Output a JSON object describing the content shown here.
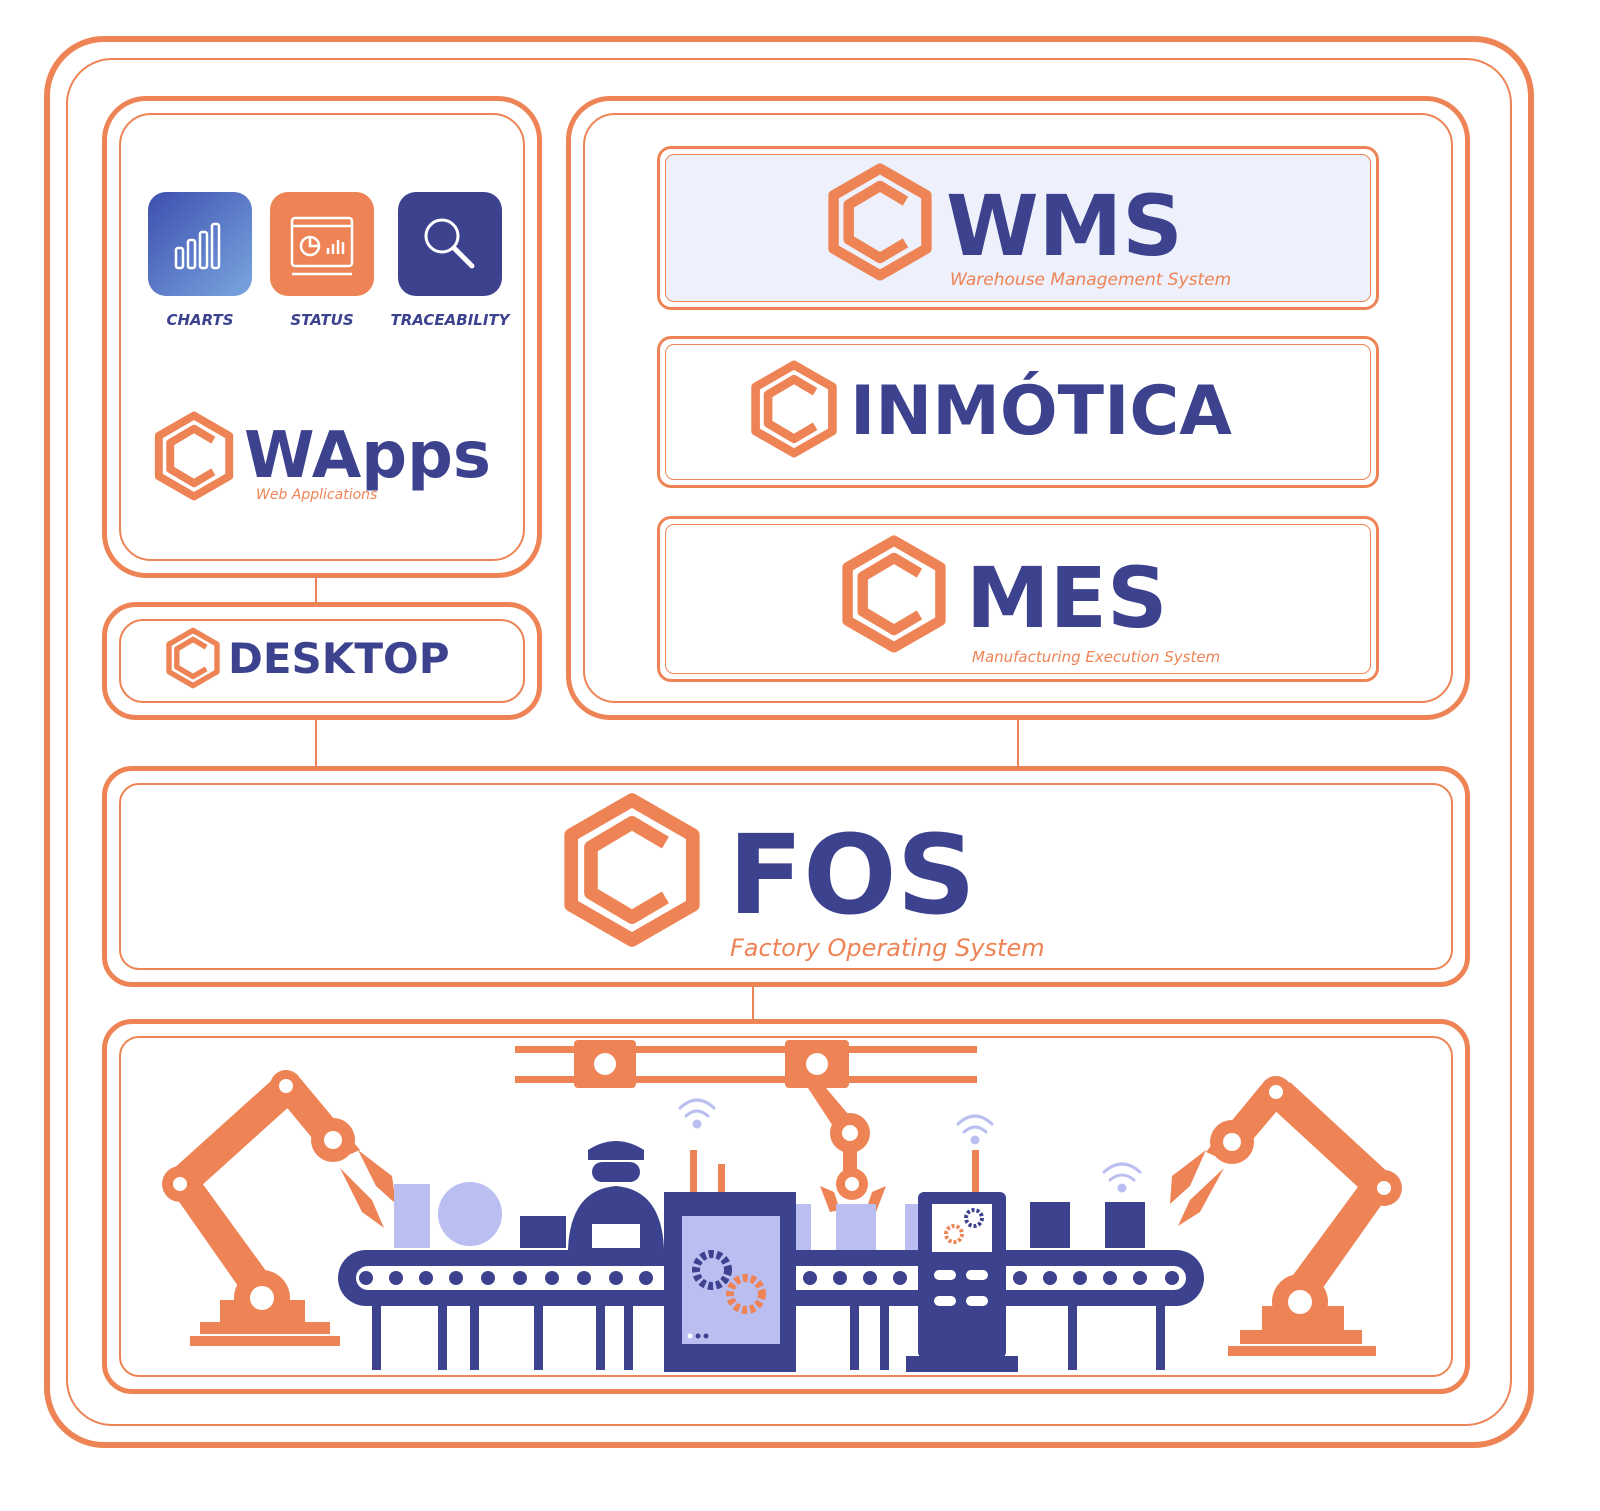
{
  "colors": {
    "accent": "#ee8456",
    "primary": "#3d428f",
    "light": "#babef0",
    "wms_bg": "#eef0fb"
  },
  "wapps": {
    "apps": [
      {
        "label": "CHARTS",
        "icon": "bar-chart-icon"
      },
      {
        "label": "STATUS",
        "icon": "dashboard-window-icon"
      },
      {
        "label": "TRACEABILITY",
        "icon": "magnifier-icon"
      }
    ],
    "title": "WApps",
    "subtitle": "Web Applications"
  },
  "desktop": {
    "title": "DESKTOP"
  },
  "wms": {
    "title": "WMS",
    "subtitle": "Warehouse Management System"
  },
  "inmotica": {
    "title": "INMÓTICA"
  },
  "mes": {
    "title": "MES",
    "subtitle": "Manufacturing Execution System"
  },
  "fos": {
    "title": "FOS",
    "subtitle": "Factory Operating System"
  },
  "factory": {
    "icon": "factory-assembly-line-illustration"
  }
}
